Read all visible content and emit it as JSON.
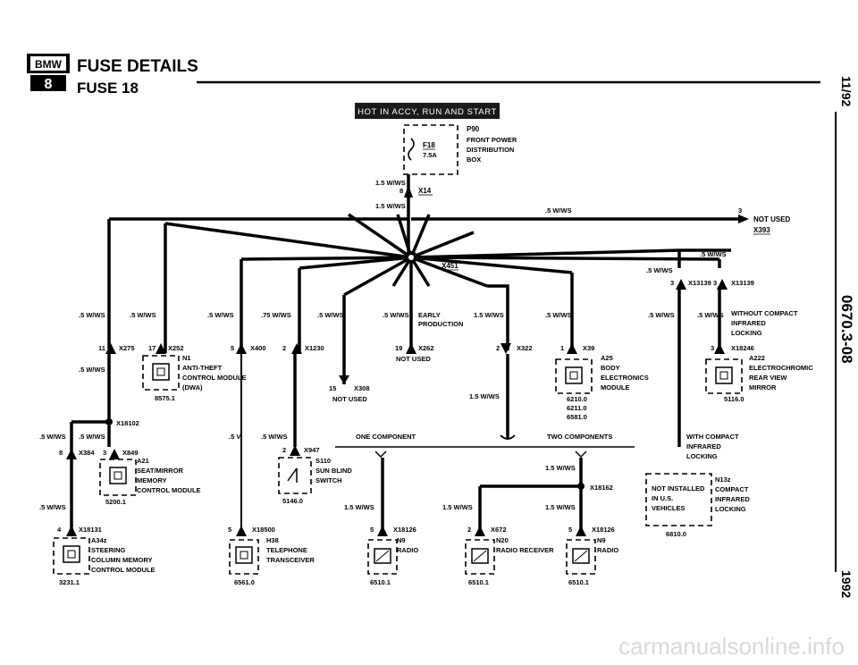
{
  "header": {
    "title": "FUSE DETAILS",
    "subtitle": "FUSE 18",
    "logo_text": "BMW",
    "logo_series": "8"
  },
  "side": {
    "date": "11/92",
    "doc_number": "0670.3-08",
    "year": "1992"
  },
  "watermark": "carmanualsonline.info",
  "banner": "HOT IN ACCY, RUN AND START",
  "fuse": {
    "id": "F18",
    "rating": "7.5A",
    "box_id": "P90",
    "box_line1": "FRONT POWER",
    "box_line2": "DISTRIBUTION",
    "box_line3": "BOX",
    "pin": "8",
    "connector": "X14"
  },
  "wires": {
    "w15": "1.5 W/WS",
    "w05": ".5 W/WS",
    "w075": ".75 W/WS",
    "w5vi": ".5 VI",
    "early": "EARLY",
    "production": "PRODUCTION",
    "one_component": "ONE COMPONENT",
    "two_components": "TWO COMPONENTS",
    "not_used": "NOT USED"
  },
  "splices": {
    "main": "X451",
    "left": "X18102",
    "right": "X18162"
  },
  "connectors": {
    "x393": "X393",
    "x393_pin": "3",
    "x275": "X275",
    "x275_pin": "11",
    "x252": "X252",
    "x252_pin": "17",
    "x400": "X400",
    "x400_pin": "5",
    "x1230": "X1230",
    "x1230_pin": "2",
    "x262": "X262",
    "x262_pin": "19",
    "x322": "X322",
    "x322_pin": "2",
    "x39": "X39",
    "x39_pin": "1",
    "x13139a": "X13139",
    "x13139a_pin": "3",
    "x13139b": "X13139",
    "x13139b_pin": "3",
    "x18246": "X18246",
    "x18246_pin": "3",
    "x308": "X308",
    "x308_pin": "15",
    "x384": "X384",
    "x384_pin": "8",
    "x849": "X849",
    "x849_pin": "3",
    "x947": "X947",
    "x947_pin": "2",
    "x18131": "X18131",
    "x18131_pin": "4",
    "x18500": "X18500",
    "x18500_pin": "5",
    "x18126a": "X18126",
    "x18126a_pin": "5",
    "x672": "X672",
    "x672_pin": "2",
    "x18126b": "X18126",
    "x18126b_pin": "5"
  },
  "components": {
    "n1": {
      "id": "N1",
      "l1": "ANTI-THEFT",
      "l2": "CONTROL MODULE",
      "l3": "(DWA)",
      "ref": "8575.1"
    },
    "a25": {
      "id": "A25",
      "l1": "BODY",
      "l2": "ELECTRONICS",
      "l3": "MODULE",
      "ref1": "6210.0",
      "ref2": "6211.0",
      "ref3": "6581.0"
    },
    "a222": {
      "id": "A222",
      "l1": "ELECTROCHROMIC",
      "l2": "REAR VIEW",
      "l3": "MIRROR",
      "ref": "5116.0"
    },
    "a21": {
      "id": "A21",
      "l1": "SEAT/MIRROR",
      "l2": "MEMORY",
      "l3": "CONTROL MODULE",
      "ref": "5200.1"
    },
    "s110": {
      "id": "S110",
      "l1": "SUN BLIND",
      "l2": "SWITCH",
      "ref": "5146.0"
    },
    "a34z": {
      "id": "A34z",
      "l1": "STEERING",
      "l2": "COLUMN MEMORY",
      "l3": "CONTROL MODULE",
      "ref": "3231.1"
    },
    "h38": {
      "id": "H38",
      "l1": "TELEPHONE",
      "l2": "TRANSCEIVER",
      "ref": "6561.0"
    },
    "n9a": {
      "id": "N9",
      "l1": "RADIO",
      "ref": "6510.1"
    },
    "n20": {
      "id": "N20",
      "l1": "RADIO RECEIVER",
      "ref": "6510.1"
    },
    "n9b": {
      "id": "N9",
      "l1": "RADIO",
      "ref": "6510.1"
    },
    "n13z": {
      "id": "N13z",
      "l1": "COMPACT",
      "l2": "INFRARED",
      "l3": "LOCKING",
      "ref": "6810.0",
      "cond1": "NOT INSTALLED",
      "cond2": "IN U.S.",
      "cond3": "VEHICLES"
    }
  },
  "notes": {
    "without_1": "WITHOUT COMPACT",
    "without_2": "INFRARED",
    "without_3": "LOCKING",
    "with_1": "WITH COMPACT",
    "with_2": "INFRARED",
    "with_3": "LOCKING"
  }
}
